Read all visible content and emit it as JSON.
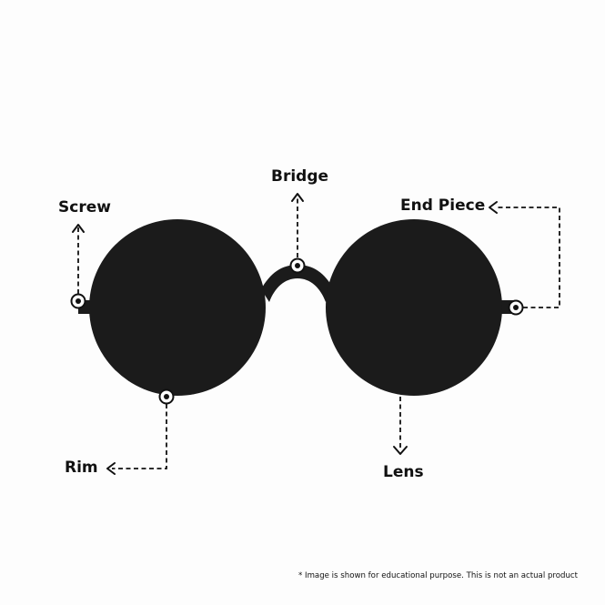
{
  "labels": {
    "screw": "Screw",
    "bridge": "Bridge",
    "end_piece": "End Piece",
    "rim": "Rim",
    "lens": "Lens"
  },
  "disclaimer": "* Image is shown for educational purpose. This is not an actual product",
  "colors": {
    "background": "#fdfdfd",
    "glasses": "#1b1b1b",
    "lines": "#111111"
  }
}
